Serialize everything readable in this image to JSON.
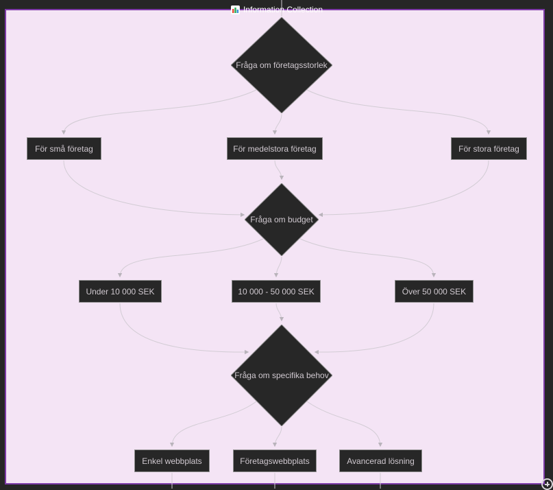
{
  "header": {
    "title": "Information Collection",
    "icon": "bar-chart-icon"
  },
  "flowchart": {
    "decisions": [
      {
        "id": "company-size",
        "label": "Fråga om företagsstorlek"
      },
      {
        "id": "budget",
        "label": "Fråga om budget"
      },
      {
        "id": "specific-needs",
        "label": "Fråga om specifika behov"
      }
    ],
    "option_rows": [
      {
        "labels": [
          "För små företag",
          "För medelstora företag",
          "För stora företag"
        ]
      },
      {
        "labels": [
          "Under 10 000 SEK",
          "10 000 - 50 000 SEK",
          "Över 50 000 SEK"
        ]
      },
      {
        "labels": [
          "Enkel webbplats",
          "Företagswebbplats",
          "Avancerad lösning"
        ]
      }
    ]
  },
  "controls": {
    "zoom_in": {
      "icon": "plus-icon"
    }
  },
  "colors": {
    "background": "#f4e4f5",
    "frame": "#262626",
    "border": "#7d3aa8",
    "node_fill": "#272727",
    "node_border": "#8f8f8f",
    "node_text": "#cfc8cf",
    "edge": "#d2ccd4",
    "edge_arrow": "#b9b3bb",
    "title_text": "#ffffff",
    "control": "#d8d4d8",
    "icon_red": "#e74c3c",
    "icon_green": "#2eaf5d",
    "icon_blue": "#3d8fd8"
  }
}
